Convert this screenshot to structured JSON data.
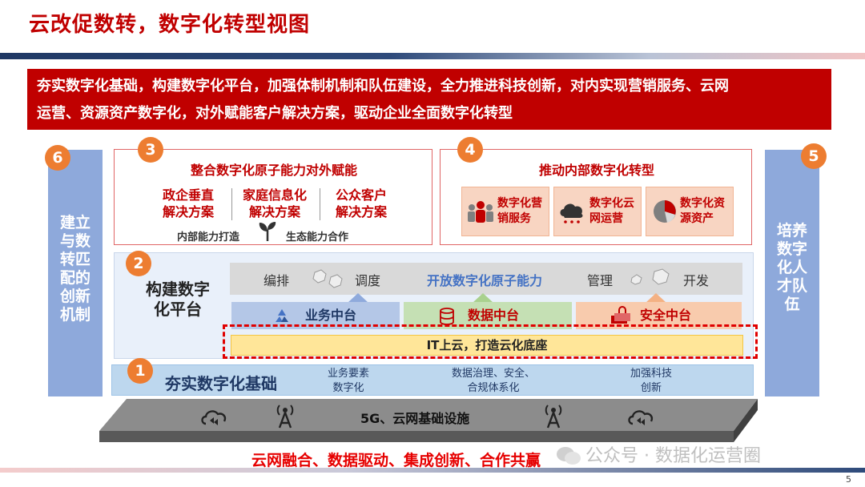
{
  "title": "云改促数转，数字化转型视图",
  "banner": {
    "line1": "夯实数字化基础，构建数字化平台，加强体制机制和队伍建设，全力推进科技创新，对内实现营销服务、云网",
    "line2": "运营、资源资产数字化，对外赋能客户解决方案，驱动企业全面数字化转型"
  },
  "left_panel": {
    "number": "6",
    "lines": [
      "建立",
      "与数",
      "转匹",
      "配的",
      "创新",
      "机制"
    ]
  },
  "right_panel": {
    "number": "5",
    "lines": [
      "培养",
      "数字",
      "化人",
      "才队",
      "伍"
    ]
  },
  "box3": {
    "number": "3",
    "title": "整合数字化原子能力对外赋能",
    "solutions": [
      {
        "line1": "政企垂直",
        "line2": "解决方案"
      },
      {
        "line1": "家庭信息化",
        "line2": "解决方案"
      },
      {
        "line1": "公众客户",
        "line2": "解决方案"
      }
    ],
    "internal": "内部能力打造",
    "ecosystem": "生态能力合作",
    "icon": "sprout-icon"
  },
  "box4": {
    "number": "4",
    "title": "推动内部数字化转型",
    "cards": [
      {
        "line1": "数字化营",
        "line2": "销服务",
        "icon": "people-icon"
      },
      {
        "line1": "数字化云",
        "line2": "网运营",
        "icon": "cloud-icon"
      },
      {
        "line1": "数字化资",
        "line2": "源资产",
        "icon": "pie-chart-icon"
      }
    ]
  },
  "platform": {
    "number": "2",
    "label_line1": "构建数字",
    "label_line2": "化平台",
    "gray_row": {
      "left1": "编排",
      "left2": "调度",
      "center": "开放数字化原子能力",
      "right1": "管理",
      "right2": "开发"
    },
    "middles": [
      {
        "label": "业务中台",
        "bg": "#b4c7e7",
        "color": "#1f3864",
        "icon": "recycle-icon"
      },
      {
        "label": "数据中台",
        "bg": "#c5e0b4",
        "color": "#c00000",
        "icon": "database-icon"
      },
      {
        "label": "安全中台",
        "bg": "#f8cbad",
        "color": "#c00000",
        "icon": "lock-icon"
      }
    ],
    "cloud_base": "IT上云，打造云化底座"
  },
  "foundation": {
    "number": "1",
    "label": "夯实数字化基础",
    "items": [
      {
        "line1": "业务要素",
        "line2": "数字化"
      },
      {
        "line1": "数据治理、安全、",
        "line2": "合规体系化"
      },
      {
        "line1": "加强科技",
        "line2": "创新"
      }
    ]
  },
  "infra": {
    "label": "5G、云网基础设施",
    "icons": [
      "cloud-sync-icon",
      "antenna-icon",
      "antenna-icon",
      "cloud-sync-icon"
    ]
  },
  "footer": "云网融合、数据驱动、集成创新、合作共赢",
  "watermark": "公众号 · 数据化运营圈",
  "page_number": "5",
  "colors": {
    "accent_red": "#c00000",
    "badge_orange": "#ed7d31",
    "side_blue": "#8ea9db",
    "footer_red": "#e60000"
  }
}
